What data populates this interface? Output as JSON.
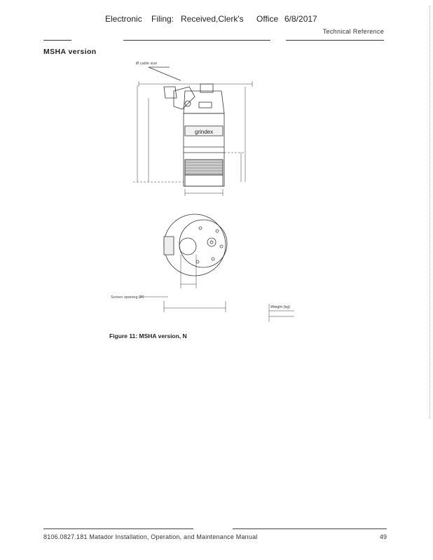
{
  "stamp": {
    "part1": "Electronic",
    "part2": "Filing:",
    "part3": "Received,Clerk's",
    "part4": "Office",
    "part5": "6/8/2017"
  },
  "header": {
    "section": "Technical Reference"
  },
  "section_title": "MSHA version",
  "figure": {
    "caption": "Figure 11: MSHA version, N",
    "brand": "grindex",
    "labels": {
      "cable_note": "Ø cable size",
      "screen_note": "Screen opening Ø6",
      "weight": "Weight (kg)"
    }
  },
  "footer": {
    "doc_title": "8106.0827.181 Matador Installation, Operation, and Maintenance Manual",
    "page": "49"
  }
}
